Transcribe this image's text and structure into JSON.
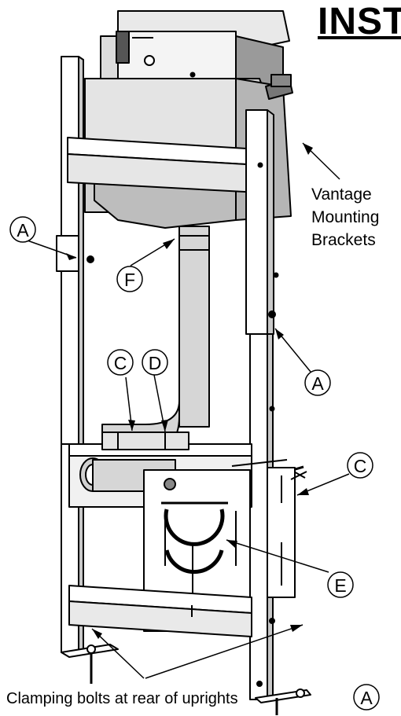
{
  "heading": "INST",
  "callouts": {
    "brackets_line1": "Vantage",
    "brackets_line2": "Mounting",
    "brackets_line3": "Brackets",
    "label_a_left": "A",
    "label_a_right": "A",
    "label_a_caption": "A",
    "label_c_left": "C",
    "label_c_right": "C",
    "label_d": "D",
    "label_e": "E",
    "label_f": "F"
  },
  "caption": "Clamping bolts at rear of uprights"
}
